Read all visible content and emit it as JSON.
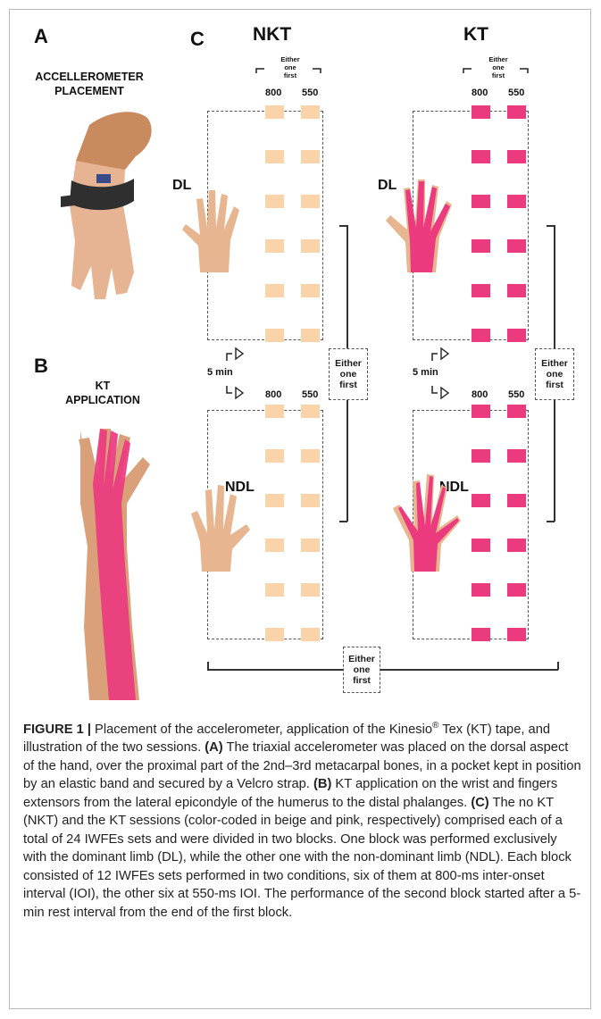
{
  "panels": {
    "a": {
      "letter": "A",
      "title_line1": "ACCELLEROMETER",
      "title_line2": "PLACEMENT"
    },
    "b": {
      "letter": "B",
      "title_line1": "KT",
      "title_line2": "APPLICATION"
    },
    "c": {
      "letter": "C"
    }
  },
  "sessions": {
    "nkt": {
      "title": "NKT",
      "color": "#fbd3ab"
    },
    "kt": {
      "title": "KT",
      "color": "#ec3a7f"
    }
  },
  "labels": {
    "ioi_800": "800",
    "ioi_550": "550",
    "dl": "DL",
    "ndl": "NDL",
    "rest": "5 min",
    "either_top": "Either",
    "either_mid": "one",
    "either_bot": "first"
  },
  "caption": {
    "figure_label": "FIGURE 1 |",
    "intro": " Placement of the accelerometer, application of the Kinesio",
    "registered": "®",
    "intro2": " Tex (KT) tape, and illustration of the two sessions. ",
    "a_label": "(A)",
    "a_text": " The triaxial accelerometer was placed on the dorsal aspect of the hand, over the proximal part of the 2nd–3rd metacarpal bones, in a pocket kept in position by an elastic band and secured by a Velcro strap. ",
    "b_label": "(B)",
    "b_text": " KT application on the wrist and fingers extensors from the lateral epicondyle of the humerus to the distal phalanges. ",
    "c_label": "(C)",
    "c_text": " The no KT (NKT) and the KT sessions (color-coded in beige and pink, respectively) comprised each of a total of 24 IWFEs sets and were divided in two blocks. One block was performed exclusively with the dominant limb (DL), while the other one with the non-dominant limb (NDL). Each block consisted of 12 IWFEs sets performed in two conditions, six of them at 800-ms inter-onset interval (IOI), the other six at 550-ms IOI. The performance of the second block started after a 5-min rest interval from the end of the first block."
  }
}
